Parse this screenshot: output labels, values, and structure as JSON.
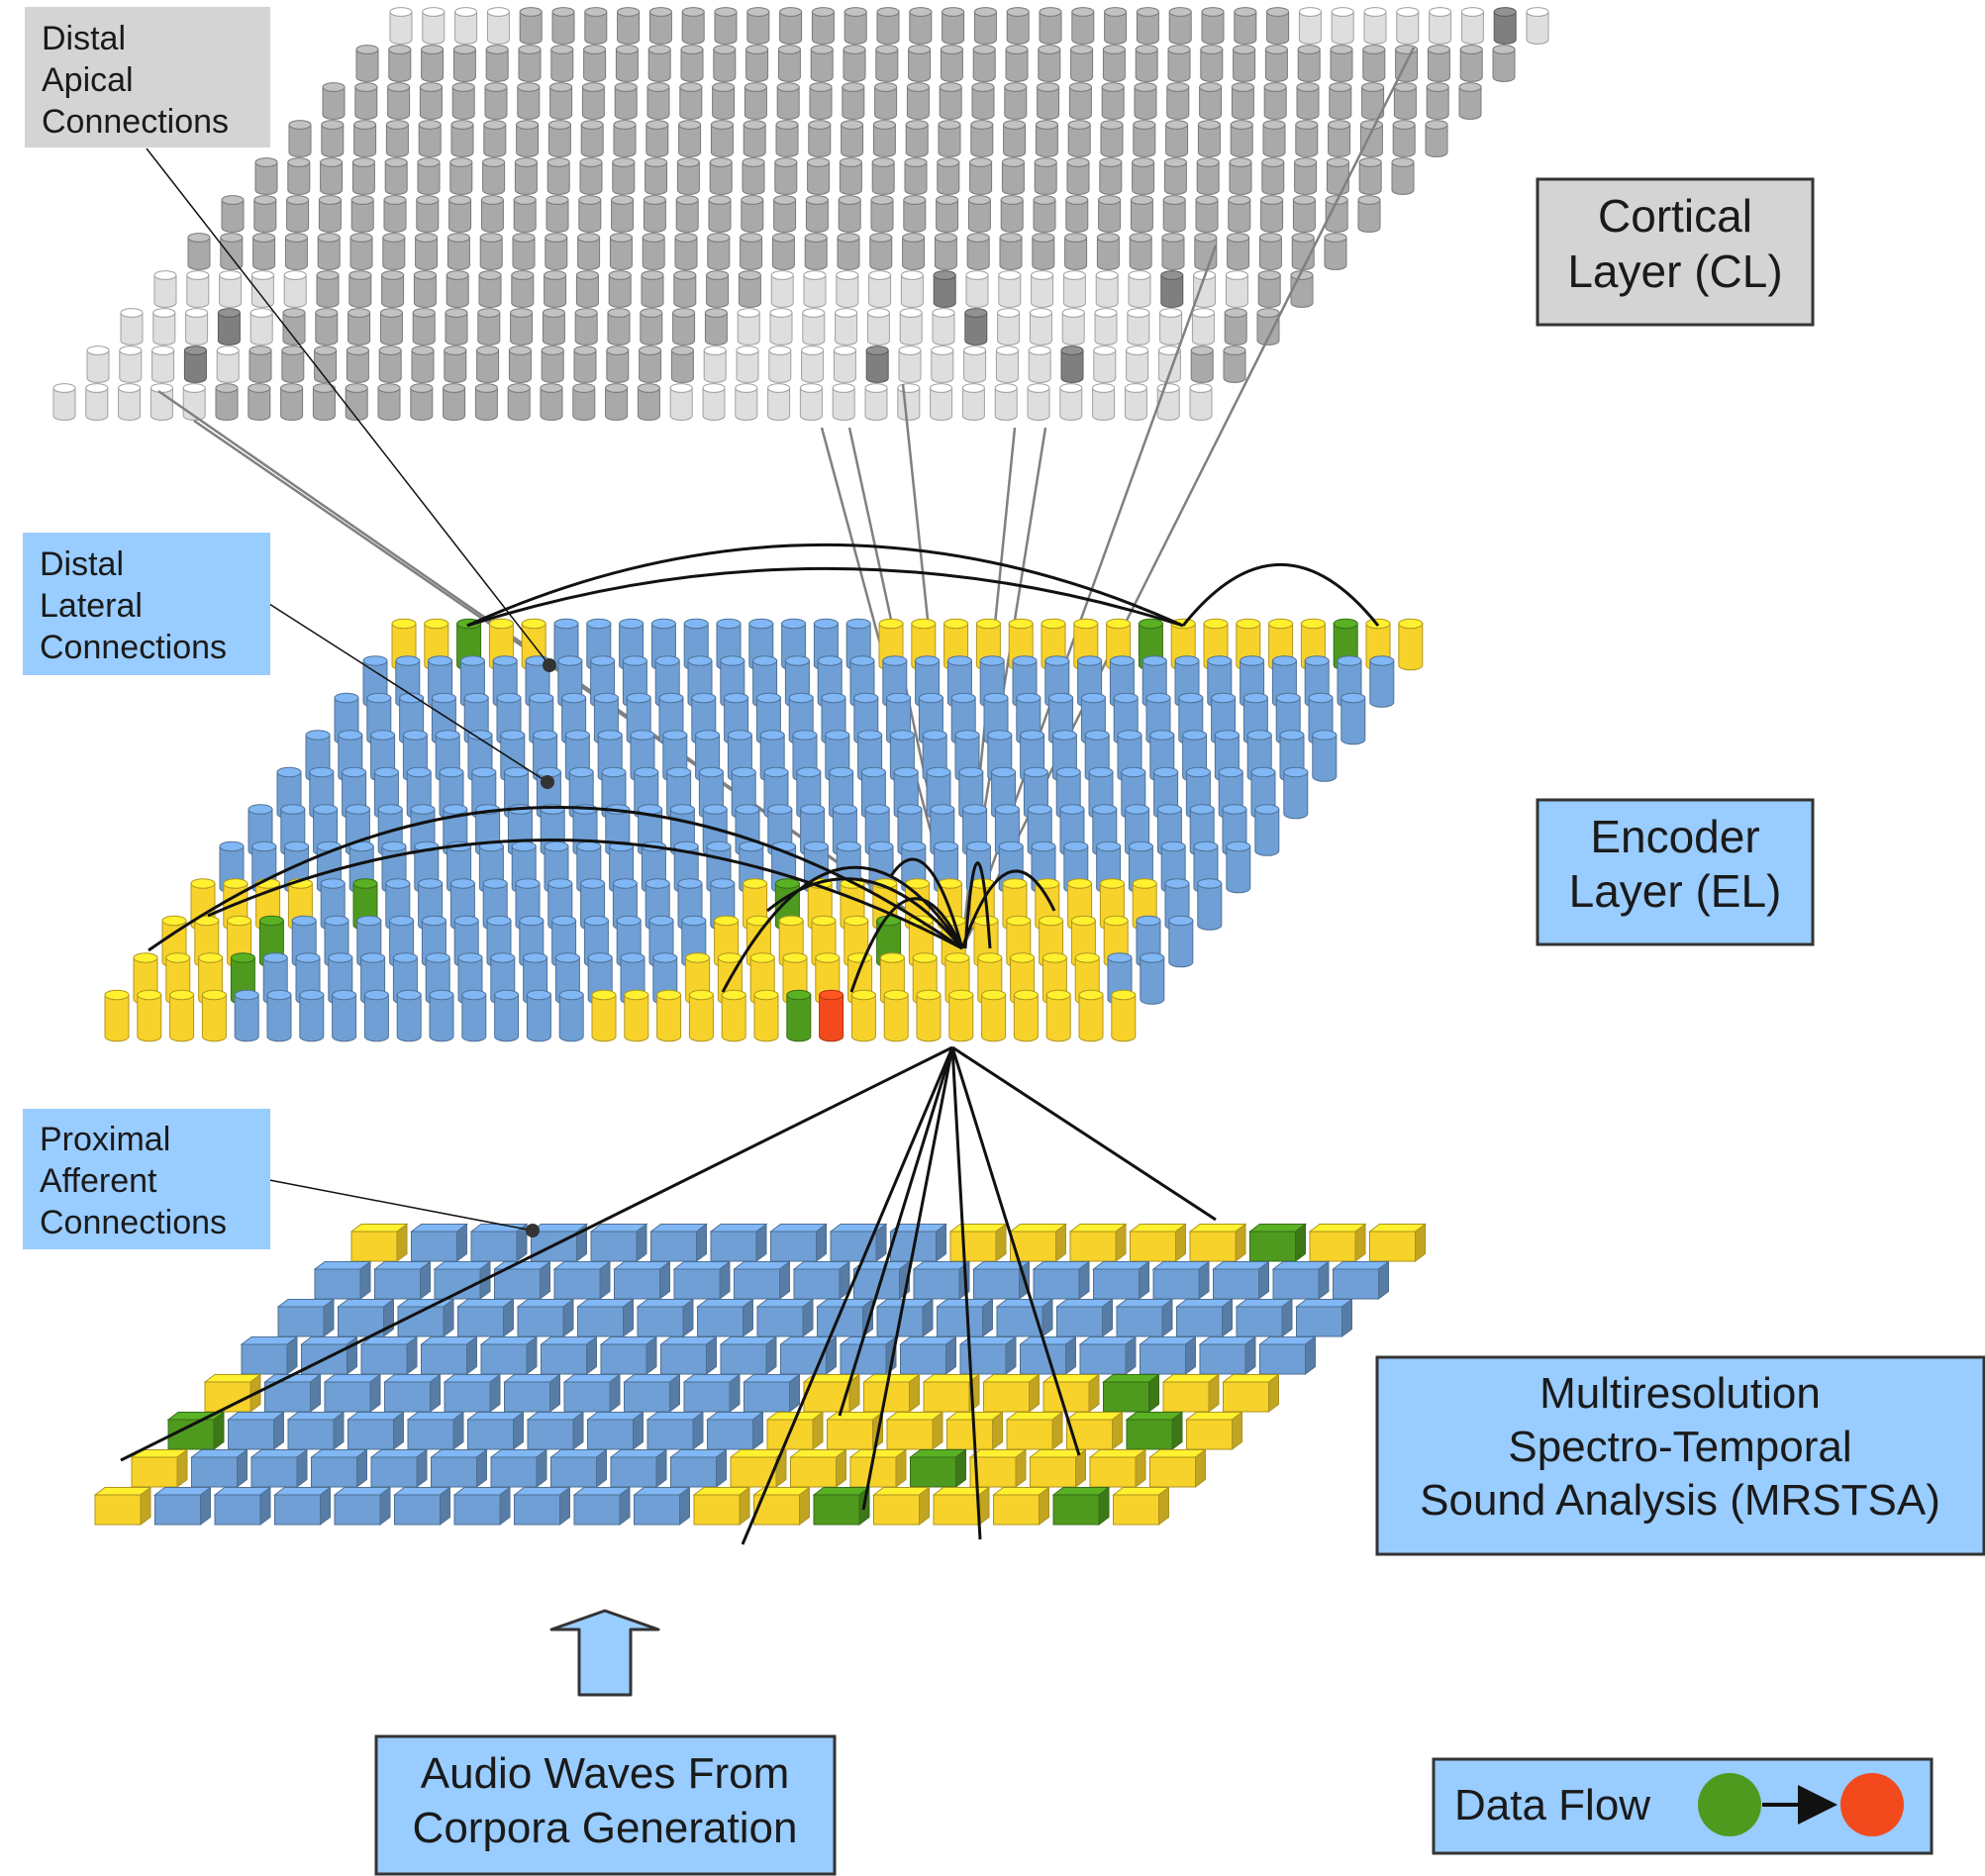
{
  "colors": {
    "cortical_active": "#7f7f7f",
    "cortical_on": "#a9a9a9",
    "cortical_off": "#dedede",
    "encoder_blue": "#6f9fd4",
    "encoder_yellow": "#f7d22a",
    "encoder_green": "#4e9a1f",
    "encoder_target": "#f24a1c",
    "label_blue_fill": "#99ccff",
    "label_gray_fill": "#d4d4d4",
    "connection_line": "#111111",
    "apical_line": "#808080"
  },
  "labels": {
    "distal_apical": [
      "Distal",
      "Apical",
      "Connections"
    ],
    "distal_lateral": [
      "Distal",
      "Lateral",
      "Connections"
    ],
    "proximal_afferent": [
      "Proximal",
      "Afferent",
      "Connections"
    ]
  },
  "layers": {
    "cortical": [
      "Cortical",
      "Layer (CL)"
    ],
    "encoder": [
      "Encoder",
      "Layer (EL)"
    ],
    "mrstsa": [
      "Multiresolution",
      "Spectro-Temporal",
      "Sound Analysis (MRSTSA)"
    ]
  },
  "input": [
    "Audio Waves From",
    "Corpora Generation"
  ],
  "legend": {
    "label": "Data Flow",
    "from_color": "#4e9a1f",
    "to_color": "#f24a1c"
  }
}
